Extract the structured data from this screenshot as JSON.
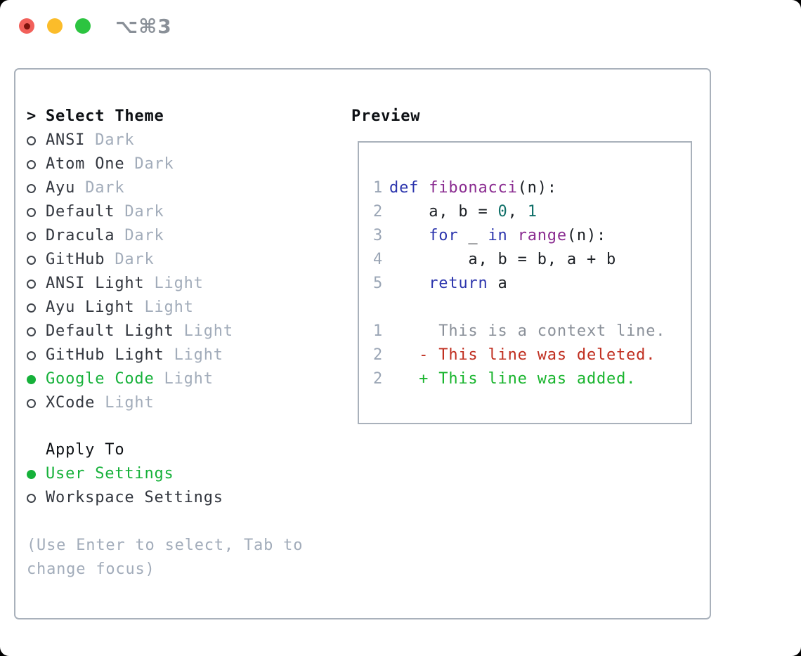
{
  "titlebar": {
    "shortcut": "⌥⌘3"
  },
  "panel": {
    "theme_section": {
      "caret": ">",
      "header": "Select Theme",
      "items": [
        {
          "name": "ANSI",
          "tag": "Dark",
          "selected": false
        },
        {
          "name": "Atom One",
          "tag": "Dark",
          "selected": false
        },
        {
          "name": "Ayu",
          "tag": "Dark",
          "selected": false
        },
        {
          "name": "Default",
          "tag": "Dark",
          "selected": false
        },
        {
          "name": "Dracula",
          "tag": "Dark",
          "selected": false
        },
        {
          "name": "GitHub",
          "tag": "Dark",
          "selected": false
        },
        {
          "name": "ANSI Light",
          "tag": "Light",
          "selected": false
        },
        {
          "name": "Ayu Light",
          "tag": "Light",
          "selected": false
        },
        {
          "name": "Default Light",
          "tag": "Light",
          "selected": false
        },
        {
          "name": "GitHub Light",
          "tag": "Light",
          "selected": false
        },
        {
          "name": "Google Code",
          "tag": "Light",
          "selected": true
        },
        {
          "name": "XCode",
          "tag": "Light",
          "selected": false
        }
      ]
    },
    "apply_section": {
      "header": "Apply To",
      "options": [
        {
          "label": "User Settings",
          "selected": true
        },
        {
          "label": "Workspace Settings",
          "selected": false
        }
      ]
    },
    "help": {
      "lines": [
        "(Use Enter to select, Tab to",
        "change focus)"
      ]
    },
    "preview": {
      "title": "Preview",
      "lines": [
        {
          "num": "1",
          "segs": [
            [
              "kwd",
              "def"
            ],
            [
              "pln",
              " "
            ],
            [
              "typ",
              "fibonacci"
            ],
            [
              "pln",
              "(n):"
            ]
          ]
        },
        {
          "num": "2",
          "segs": [
            [
              "pln",
              "    a, b = "
            ],
            [
              "lit",
              "0"
            ],
            [
              "pln",
              ", "
            ],
            [
              "lit",
              "1"
            ]
          ]
        },
        {
          "num": "3",
          "segs": [
            [
              "pln",
              "    "
            ],
            [
              "kwd",
              "for"
            ],
            [
              "pln",
              " _ "
            ],
            [
              "kwd",
              "in"
            ],
            [
              "pln",
              " "
            ],
            [
              "typ",
              "range"
            ],
            [
              "pln",
              "(n):"
            ]
          ]
        },
        {
          "num": "4",
          "segs": [
            [
              "pln",
              "        a, b = b, a + b"
            ]
          ]
        },
        {
          "num": "5",
          "segs": [
            [
              "pln",
              "    "
            ],
            [
              "kwd",
              "return"
            ],
            [
              "pln",
              " a"
            ]
          ]
        },
        {
          "num": "",
          "segs": []
        },
        {
          "num": "1",
          "segs": [
            [
              "ctx",
              "     This is a context line."
            ]
          ]
        },
        {
          "num": "2",
          "segs": [
            [
              "del",
              "   - This line was deleted."
            ]
          ]
        },
        {
          "num": "2",
          "segs": [
            [
              "add",
              "   + This line was added."
            ]
          ]
        }
      ]
    }
  },
  "colors": {
    "kwd": "#2c35ad",
    "typ": "#8a2b90",
    "lit": "#0f6f68",
    "pln": "#1b1f24",
    "ctx": "#8a9099",
    "del": "#c02e1f",
    "add": "#17b42c",
    "line_number": "#9aa5b5",
    "selected_green": "#16b13a",
    "theme_name": "#32363e",
    "variant_tag": "#a2acba",
    "help_text": "#a2acba",
    "panel_border": "#a9b1bb",
    "traffic_red": "#f2605a",
    "traffic_yellow": "#fbbc2a",
    "traffic_green": "#2cc440"
  }
}
